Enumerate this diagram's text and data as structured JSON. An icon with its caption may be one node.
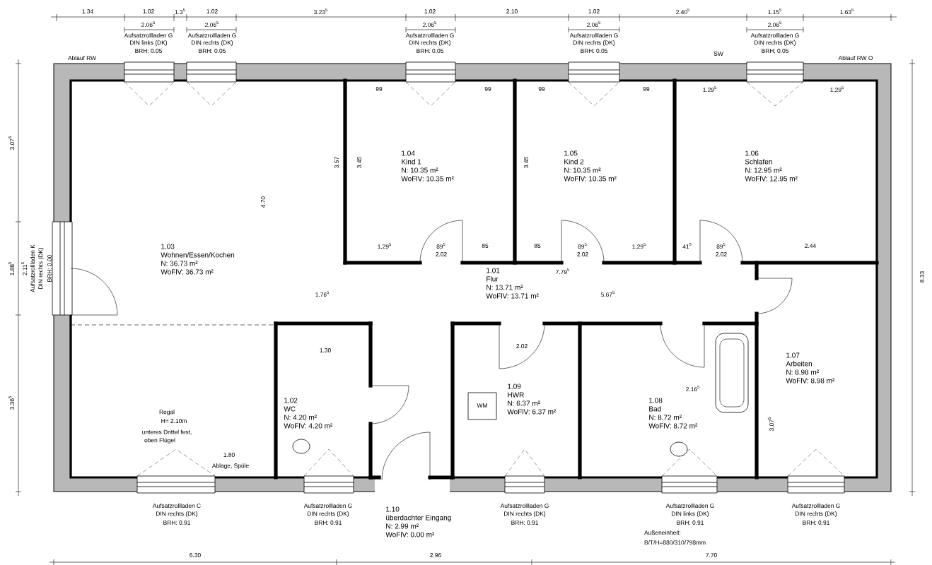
{
  "diagram": {
    "nodes": [
      {
        "text": [
          "1.03",
          "Wohnen/Essen/Kochen",
          "N: 36.73 m²",
          "WoFlV: 36.73 m²"
        ]
      },
      {
        "text": [
          "1.04",
          "Kind 1",
          "N: 10.35 m²",
          "WoFlV: 10.35 m²"
        ]
      },
      {
        "text": [
          "1.05",
          "Kind 2",
          "N: 10.35 m²",
          "WoFlV: 10.35 m²"
        ]
      },
      {
        "text": [
          "1.06",
          "Schlafen",
          "N: 12.95 m²",
          "WoFlV: 12.95 m²"
        ]
      },
      {
        "text": [
          "1.01",
          "Flur",
          "N: 13.71 m²",
          "WoFlV: 13.71 m²"
        ]
      },
      {
        "text": [
          "1.02",
          "WC",
          "N: 4.20 m²",
          "WoFlV: 4.20 m²"
        ]
      },
      {
        "text": [
          "1.09",
          "HWR",
          "N: 6.37 m²",
          "WoFlV: 6.37 m²"
        ]
      },
      {
        "text": [
          "1.08",
          "Bad",
          "N: 8.72 m²",
          "WoFlV: 8.72 m²"
        ]
      },
      {
        "text": [
          "1.07",
          "Arbeiten",
          "N: 8.98 m²",
          "WoFlV: 8.98 m²"
        ]
      },
      {
        "text": [
          "1.10",
          "überdachter Eingang",
          "N: 2.99 m²",
          "WoFlV: 0.00 m²"
        ]
      }
    ],
    "labels": [
      "1.34",
      "1.02",
      "1.3$^{5}$",
      "1.02",
      "3.23$^{5}$",
      "1.02",
      "2.10",
      "1.02",
      "2.40$^{5}$",
      "1.15$^{5}$",
      "1.63$^{5}$",
      "2.06$^{5}$",
      "2.06$^{5}$",
      "2.06$^{5}$",
      "2.06$^{5}$",
      "2.06$^{5}$",
      "Aufsatzrollladen G",
      "DIN links (DK)",
      "BRH: 0.05",
      "Aufsatzrollladen G",
      "DIN rechts (DK)",
      "BRH: 0.05",
      "Aufsatzrollladen G",
      "DIN rechts (DK)",
      "BRH: 0.05",
      "Aufsatzrollladen G",
      "DIN rechts (DK)",
      "BRH: 0.05",
      "Aufsatzrollladen G",
      "DIN rechts (DK)",
      "BRH: 0.05",
      "Ablauf RW",
      "SW",
      "Ablauf RW O",
      "3.07$^{5}$",
      "99",
      "99",
      "99",
      "99",
      "1.29$^{5}$",
      "1.29$^{5}$",
      "3.57",
      "3.45",
      "3.45",
      "4.70",
      "1.88$^{5}$",
      "2.11$^{5}$",
      "Aufsatzrollladen K",
      "DIN rechts (DK)",
      "BRH: 0.00",
      "8.33",
      "1.29$^{5}$",
      "89$^{5}$",
      "85",
      "85",
      "89$^{5}$",
      "1.29$^{5}$",
      "41$^{5}$",
      "89$^{5}$",
      "2.44",
      "2.02",
      "2.02",
      "2.02",
      "7.79$^{5}$",
      "1.76$^{5}$",
      "5.67$^{5}$",
      "1.30",
      "2.02",
      "2.16$^{5}$",
      "WM",
      "3.07$^{5}$",
      "Regal",
      "H= 2.10m",
      "unteres Drittel fest,",
      "oben Flügel",
      "1.80",
      "Ablage, Spüle",
      "3.36$^{5}$",
      "Aufsatzrollladen C",
      "DIN rechts (DK)",
      "BRH: 0.91",
      "Aufsatzrollladen G",
      "DIN rechts (DK)",
      "BRH: 0.91",
      "Aufsatzrollladen G",
      "DIN rechts (DK)",
      "BRH: 0.91",
      "Aufsatzrollladen G",
      "DIN links (DK)",
      "BRH: 0.91",
      "Aufsatzrollladen G",
      "DIN rechts (DK)",
      "BRH: 0.91",
      "Außeneinheit:",
      "B/T/H=880/310/798mm",
      "6.30",
      "2.96",
      "7.70"
    ]
  }
}
